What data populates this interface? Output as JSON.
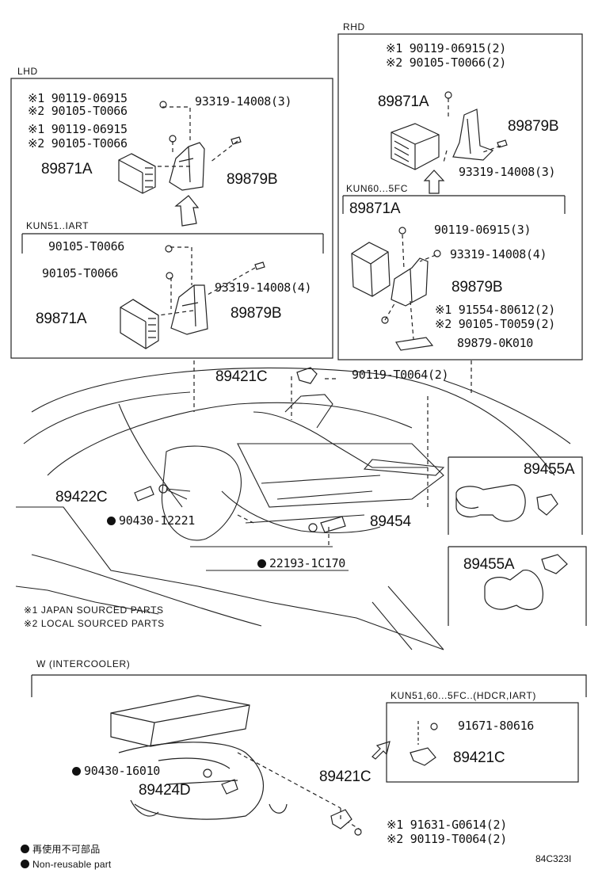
{
  "sections": {
    "lhd": "LHD",
    "rhd": "RHD",
    "kun51_iart": "KUN51..IART",
    "kun60_5fc": "KUN60...5FC",
    "w_intercooler": "W (INTERCOOLER)",
    "kun_hdcr": "KUN51,60...5FC..(HDCR,IART)"
  },
  "lhd_parts": {
    "bolt_a1": "※1 90119-06915",
    "bolt_a2": "※2 90105-T0066",
    "bolt_b1": "※1 90119-06915",
    "bolt_b2": "※2 90105-T0066",
    "screw": "93319-14008(3)",
    "ecu": "89871A",
    "bracket": "89879B"
  },
  "kun51_parts": {
    "bolt1": "90105-T0066",
    "bolt2": "90105-T0066",
    "screw": "93319-14008(4)",
    "ecu": "89871A",
    "bracket": "89879B"
  },
  "rhd_parts": {
    "bolt1": "※1 90119-06915(2)",
    "bolt2": "※2 90105-T0066(2)",
    "ecu": "89871A",
    "bracket": "89879B",
    "screw": "93319-14008(3)"
  },
  "kun60_parts": {
    "ecu": "89871A",
    "bolt": "90119-06915(3)",
    "screw": "93319-14008(4)",
    "bracket": "89879B",
    "nut1": "※1 91554-80612(2)",
    "nut2": "※2 90105-T0059(2)",
    "clamp": "89879-0K010"
  },
  "engine_parts": {
    "sensor_c": "89421C",
    "sensor_c_bolt": "90119-T0064(2)",
    "sensor_422c": "89422C",
    "gasket_12221": "90430-12221",
    "switch_89454": "89454",
    "plug_22193": "22193-1C170",
    "sensor_455a_1": "89455A",
    "sensor_455a_2": "89455A"
  },
  "notes": {
    "japan": "※1 JAPAN SOURCED PARTS",
    "local": "※2 LOCAL SOURCED PARTS"
  },
  "intercooler_parts": {
    "gasket": "90430-16010",
    "sensor_424d": "89424D",
    "sensor_421c": "89421C",
    "bolt1": "※1 91631-G0614(2)",
    "bolt2": "※2 90119-T0064(2)"
  },
  "hdcr_parts": {
    "bolt": "91671-80616",
    "sensor": "89421C"
  },
  "legend": {
    "jp": "再使用不可部品",
    "en": "Non-reusable part"
  },
  "figure_code": "84C323I"
}
